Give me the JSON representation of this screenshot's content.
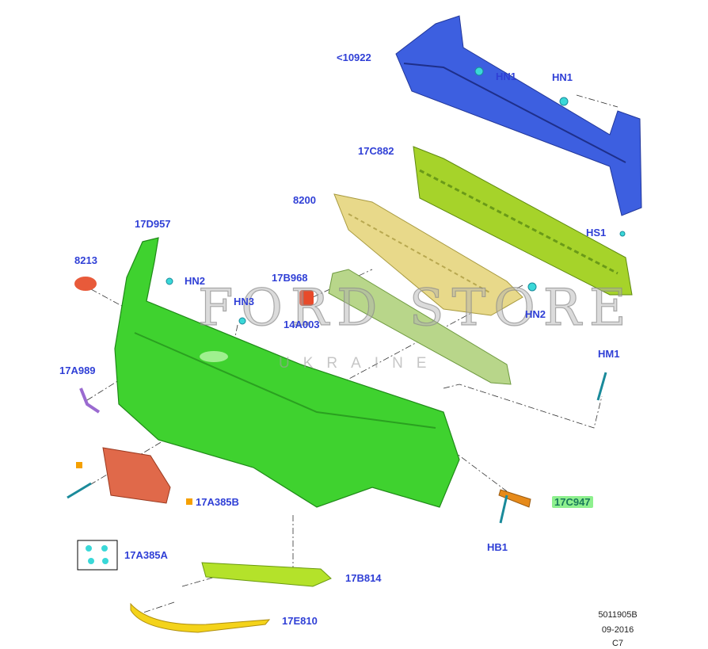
{
  "labels": {
    "reinforcement": "<10922",
    "hn1_a": "HN1",
    "hn1_b": "HN1",
    "absorber": "17C882",
    "grille": "8200",
    "cover": "17D957",
    "hs1": "HS1",
    "reflector": "8213",
    "hn2_a": "HN2",
    "lower_grille": "17B968",
    "hn3": "HN3",
    "connector": "14A003",
    "hn2_b": "HN2",
    "hm1": "HM1",
    "bracket_side": "17A989",
    "plate_bracket": "17A385B",
    "deflector": "17C947",
    "hb1": "HB1",
    "plate_kit": "17A385A",
    "bezel": "17B814",
    "spoiler": "17E810"
  },
  "meta": {
    "code": "5011905B",
    "date": "09-2016",
    "model": "C7"
  },
  "watermark": {
    "title": "FORD STORE",
    "subtitle": "UKRAINE"
  }
}
